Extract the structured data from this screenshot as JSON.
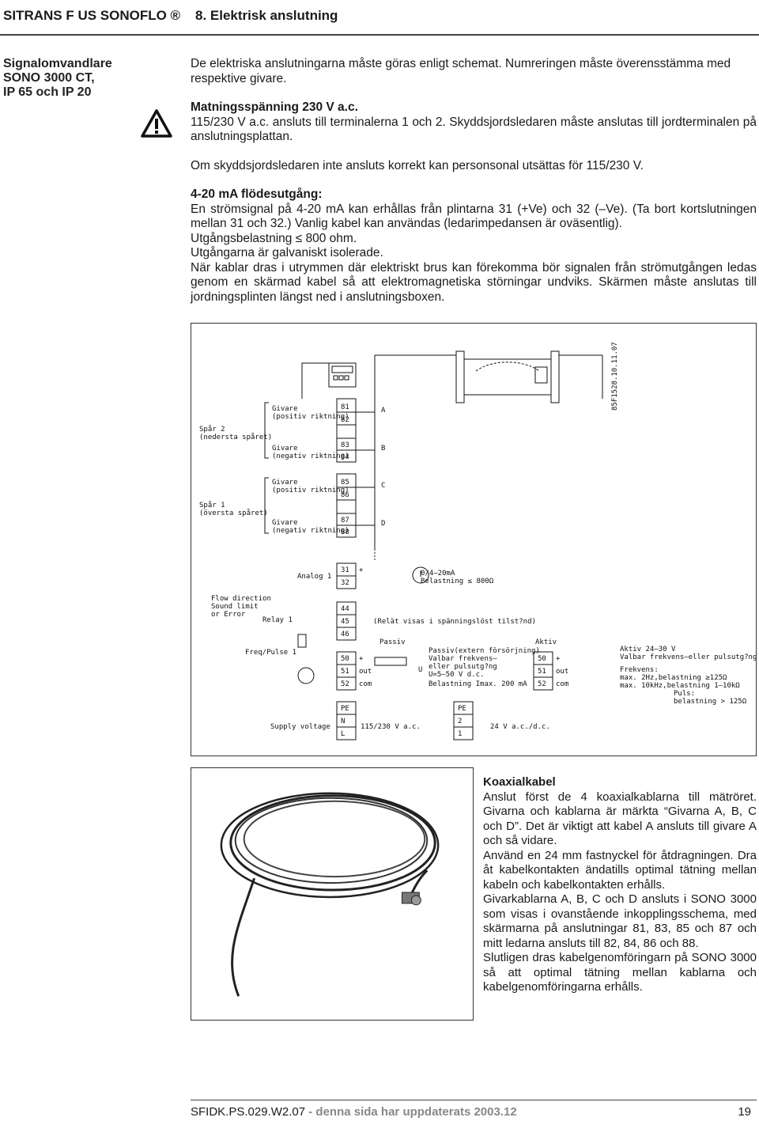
{
  "header": {
    "product": "SITRANS F US SONOFLO ®",
    "section": "8. Elektrisk anslutning"
  },
  "sidebar": {
    "line1": "Signalomvandlare",
    "line2": "SONO 3000 CT,",
    "line3": "IP 65 och IP 20"
  },
  "body": {
    "intro": "De elektriska anslutningarna måste göras enligt schemat. Numreringen måste överensstämma med respektive givare.",
    "voltage_heading": "Matningsspänning 230 V a.c.",
    "voltage_text": "115/230 V a.c. ansluts till terminalerna 1 och 2. Skyddsjordsledaren måste anslutas till jordterminalen på anslutningsplattan.",
    "protective_warning": "Om skyddsjordsledaren inte ansluts korrekt kan personsonal utsättas för 115/230 V.",
    "output_heading": "4-20 mA flödesutgång:",
    "output_lines": [
      "En strömsignal på 4-20 mA kan erhållas från plintarna 31 (+Ve) och 32 (–Ve). (Ta bort kortslutningen mellan 31 och 32.) Vanlig kabel kan användas (ledarimpedansen är oväsentlig).",
      "Utgångsbelastning ≤ 800 ohm.",
      "Utgångarna är galvaniskt isolerade.",
      "När kablar dras i utrymmen där elektriskt brus kan förekomma bör signalen från strömutgången ledas genom en skärmad kabel så att elektromagnetiska störningar undviks. Skärmen måste anslutas till jordningsplinten längst ned i anslutningsboxen."
    ]
  },
  "diagram": {
    "code": "85F1528.10.11.07",
    "track2": [
      "Spår 2",
      "(nedersta spåret)"
    ],
    "track1": [
      "Spår 1",
      "(översta spåret)"
    ],
    "sensor_pos": [
      "Givare",
      "(positiv riktning)"
    ],
    "sensor_neg": [
      "Givare",
      "(negativ riktning)"
    ],
    "terminals_sensor": [
      "81",
      "82",
      "83",
      "84",
      "85",
      "86",
      "87",
      "88"
    ],
    "sensor_letters": [
      "A",
      "B",
      "C",
      "D"
    ],
    "analog_label": "Analog 1",
    "analog_terminals": [
      "31",
      "32"
    ],
    "analog_out": "0/4–20mA",
    "analog_load": "Belastning ≤ 800Ω",
    "flow_dir": [
      "Flow direction",
      "Sound limit",
      "or Error"
    ],
    "relay_label": "Relay 1",
    "relay_terminals": [
      "44",
      "45",
      "46"
    ],
    "relay_note": "(Relät visas i spänningslöst tilst?nd)",
    "freq_label": "Freq/Pulse 1",
    "freq_terminals": [
      "50",
      "51",
      "52"
    ],
    "passiv": "Passiv",
    "aktiv": "Aktiv",
    "plus": "+",
    "out": "out",
    "com": "com",
    "passiv_desc": [
      "Passiv(extern försörjning)",
      "Valbar frekvens–",
      "eller pulsutg?ng",
      "U=5–50 V d.c.",
      "Belastning Imax. 200 mA"
    ],
    "aktiv_terminals": [
      "50",
      "51",
      "52"
    ],
    "aktiv_desc": [
      "Aktiv 24–30 V",
      "Valbar frekvens–eller pulsutg?ng",
      "Frekvens:",
      "max. 2Hz,belastning ≥125Ω",
      "max. 10kHz,belastning 1–10kΩ",
      "Puls:",
      "belastning > 125Ω"
    ],
    "supply_label": "Supply voltage",
    "supply_terminals": [
      "PE",
      "N",
      "L"
    ],
    "supply_ac": "115/230 V a.c.",
    "supply_dc_terminals": [
      "PE",
      "2",
      "1"
    ],
    "supply_dc": "24 V a.c./d.c.",
    "U": "U",
    "I": "I"
  },
  "cable": {
    "heading": "Koaxialkabel",
    "paragraphs": [
      "Anslut först de 4 koaxialkablarna till mätröret. Givarna och kablarna är märkta “Givarna A, B, C och D”. Det är viktigt att kabel A ansluts till givare A och så vidare.",
      "Använd en 24 mm fastnyckel för åtdragningen. Dra åt kabelkontakten ändatills optimal tätning mellan kabeln och kabelkontakten erhålls.",
      "Givarkablarna A, B, C och D ansluts i SONO 3000 som visas i ovanstående inkopplingsschema, med skärmarna på anslutningar 81, 83, 85 och 87 och mitt ledarna ansluts till 82, 84, 86 och 88.",
      "Slutligen dras kabelgenomföringarn på SONO 3000 så att optimal tätning mellan kablarna och kabelgenomföringarna erhålls."
    ]
  },
  "footer": {
    "doc_id": "SFIDK.PS.029.W2.07",
    "updated": " - denna sida har uppdaterats 2003.12",
    "page": "19"
  }
}
